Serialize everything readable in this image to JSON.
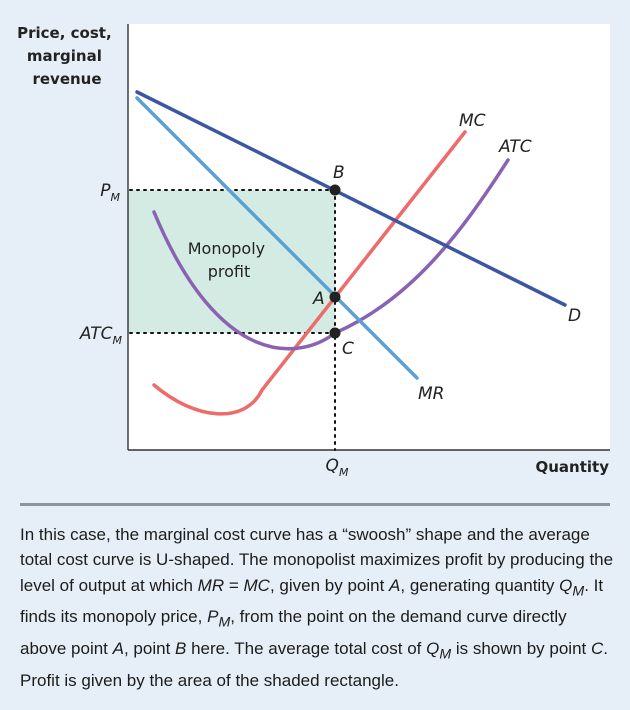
{
  "axes": {
    "y_title": [
      "Price, cost,",
      "marginal",
      "revenue"
    ],
    "x_title": "Quantity"
  },
  "ticks": {
    "pm": {
      "base": "P",
      "sub": "M"
    },
    "atcm": {
      "base": "ATC",
      "sub": "M"
    },
    "qm": {
      "base": "Q",
      "sub": "M"
    }
  },
  "curves": {
    "demand": "D",
    "mr": "MR",
    "mc": "MC",
    "atc": "ATC"
  },
  "points": {
    "a": "A",
    "b": "B",
    "c": "C"
  },
  "region": {
    "line1": "Monopoly",
    "line2": "profit"
  },
  "colors": {
    "background": "#e6eff8",
    "demand": "#3b57a3",
    "mr": "#5b9fd8",
    "mc": "#ee6b6b",
    "atc": "#8a62b3",
    "profit_fill": "#d3ebe2",
    "rule": "#8a969e"
  },
  "caption": {
    "s1": "In this case, the marginal cost curve has a “swoosh” shape and the average total cost curve is U-shaped. The monopolist maximizes profit by producing the level of output at which ",
    "mr": "MR",
    "eq": " = ",
    "mc": "MC",
    "s2": ", given by point ",
    "a": "A",
    "s3": ", generating quantity ",
    "q": "Q",
    "q_sub": "M",
    "s4": ". It finds its monopoly price, ",
    "p": "P",
    "p_sub": "M",
    "s5": ", from the point on the demand curve directly above point ",
    "a2": "A",
    "s6": ", point ",
    "b": "B",
    "s7": " here. The average total cost of ",
    "q2": "Q",
    "q2_sub": "M",
    "s8": " is shown by point ",
    "c": "C",
    "s9": ". Profit is given by the area of the shaded rectangle."
  }
}
